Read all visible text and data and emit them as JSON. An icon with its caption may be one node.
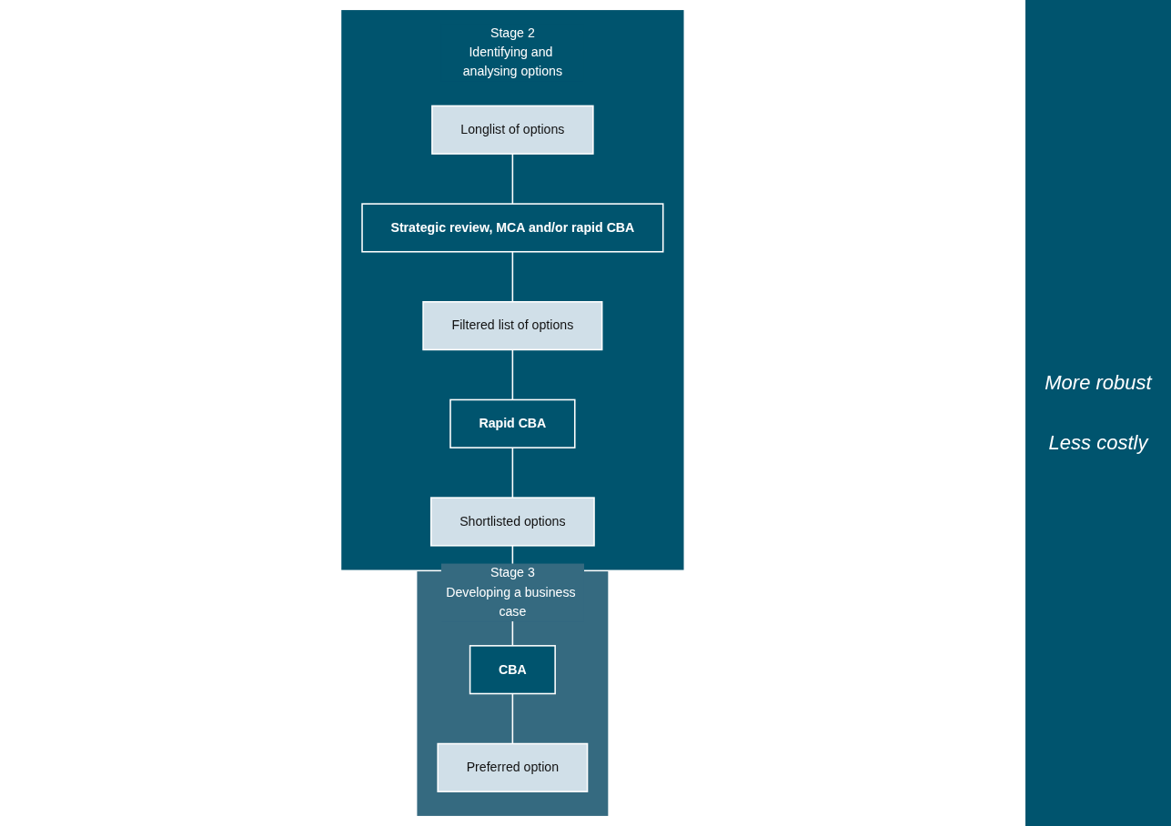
{
  "diagram": {
    "nodes": [
      {
        "text": [
          "Stage 2",
          "Identifying and analysing options"
        ]
      },
      {
        "text": [
          "Stage 3",
          "Developing a business case"
        ]
      },
      {
        "text": [
          "Longlist of options"
        ],
        "in": 0
      },
      {
        "text": [
          "Strategic review, MCA and/or rapid CBA"
        ],
        "in": 0
      },
      {
        "text": [
          "Filtered list of options"
        ],
        "in": 0
      },
      {
        "text": [
          "Rapid CBA"
        ],
        "in": 0
      },
      {
        "text": [
          "Shortlisted options"
        ],
        "in": 0
      },
      {
        "text": [
          "CBA"
        ],
        "in": 1
      },
      {
        "text": [
          "Preferred option"
        ],
        "in": 1
      }
    ],
    "edges": [
      {
        "from": 2,
        "to": 3,
        "arrow": "none"
      },
      {
        "from": 3,
        "to": 4,
        "arrow": "none"
      },
      {
        "from": 4,
        "to": 5,
        "arrow": "none"
      },
      {
        "from": 5,
        "to": 6,
        "arrow": "none"
      },
      {
        "from": 6,
        "to": 7,
        "arrow": "none"
      },
      {
        "from": 7,
        "to": 8,
        "arrow": "none"
      }
    ],
    "labels": [
      "More robust",
      "Less costly"
    ]
  }
}
